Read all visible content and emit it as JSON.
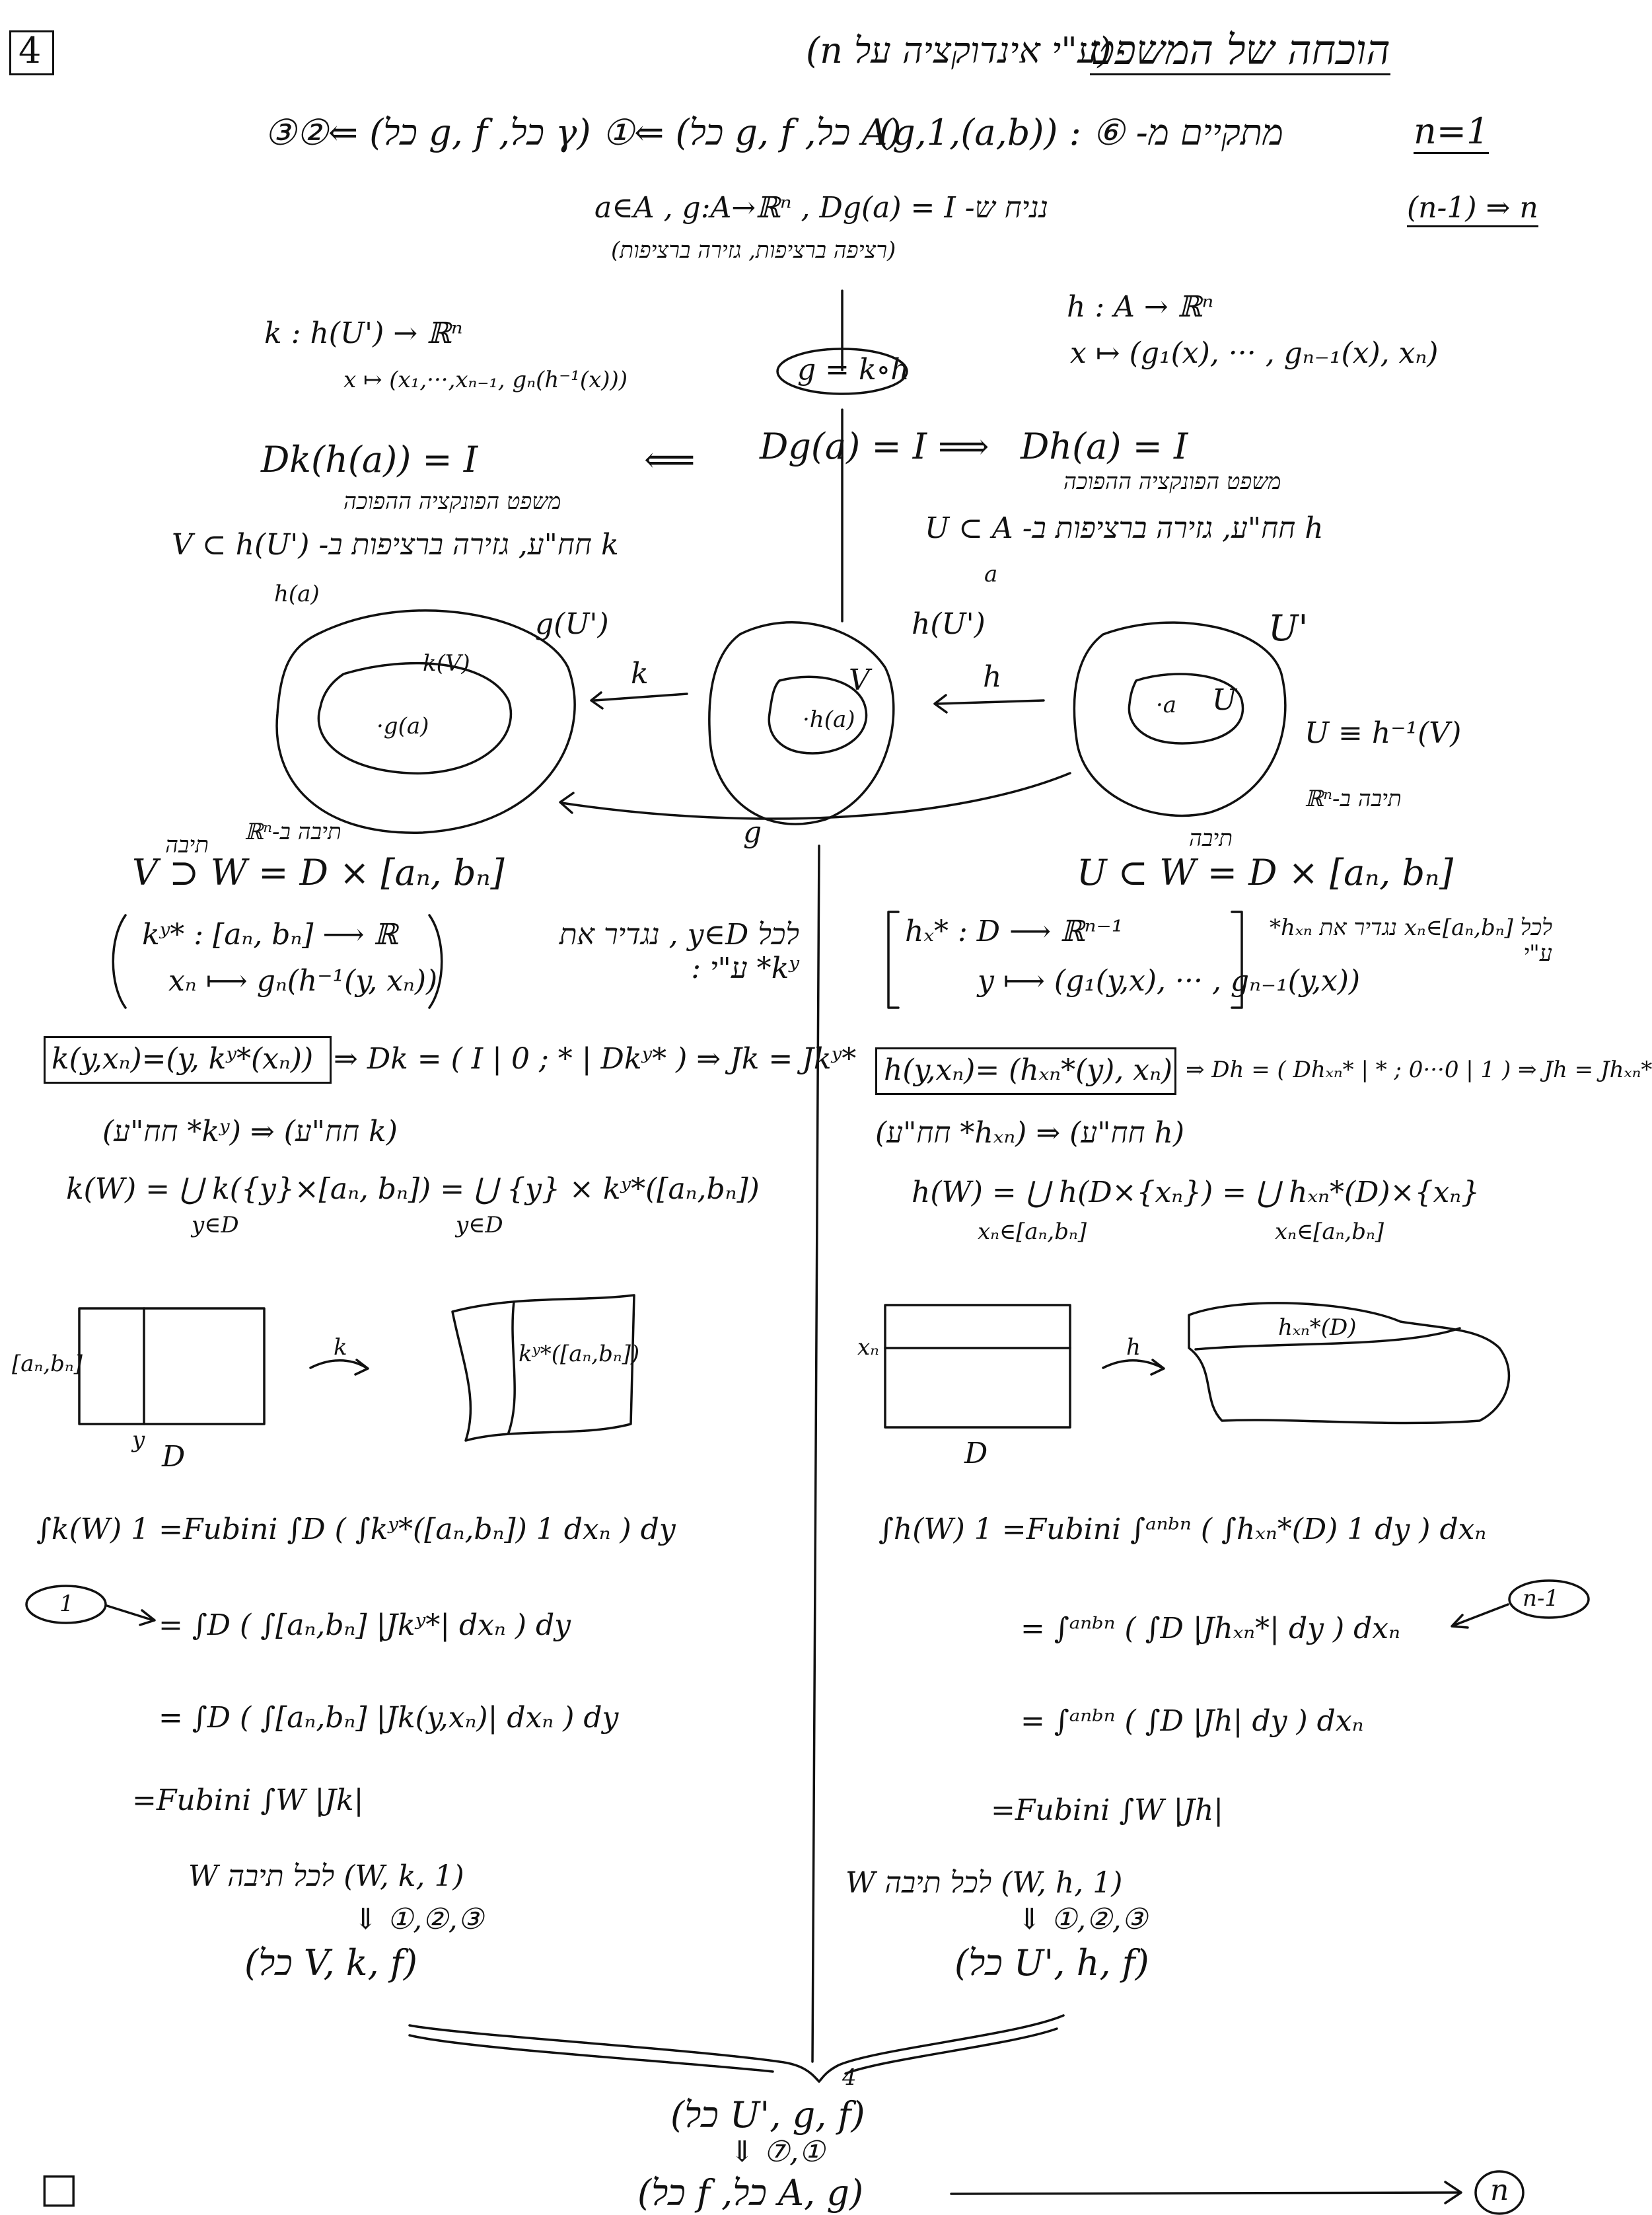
{
  "page_number": "4",
  "header": {
    "title": "הוכחה של המשפט",
    "subtitle": "(ע\"י אינדוקציה על n)"
  },
  "base": {
    "label": "n=1",
    "text": "מתקיים מ- ⑥ : ((a,b),g,1)",
    "chain": "(A כל, g, f כל) ⇐① (γ כל, g, f כל) ⇐②③"
  },
  "step": {
    "label": "(n-1) ⇒ n",
    "assume": "נניח ש- a∈A , g:A→ℝⁿ , Dg(a) = I",
    "assume_note": "(רציפה ברציפות, גזירה ברציפות)",
    "g_circle": "g = k∘h",
    "dg": "Dg(a) = I",
    "h_def": "h : A → ℝⁿ",
    "h_map": "x ↦ (g₁(x), ··· , gₙ₋₁(x), xₙ)",
    "k_def": "k : h(U') → ℝⁿ",
    "k_map": "x ↦ (x₁,···,xₙ₋₁, gₙ(h⁻¹(x)))",
    "dh": "Dh(a) = I",
    "dk": "Dk(h(a)) = I",
    "inverse_thm": "משפט הפונקציה ההפוכה",
    "h_concl": "h חח\"ע, גזירה ברציפות ב- U ⊂ A",
    "h_concl_pt": "a",
    "k_concl": "k חח\"ע, גזירה ברציפות ב- V ⊂ h(U')",
    "k_concl_pt": "h(a)"
  },
  "diagram": {
    "gU": "g(U')",
    "kV": "k(V)",
    "ga": "·g(a)",
    "hU": "h(U')",
    "V": "V",
    "ha": "·h(a)",
    "Uprime": "U'",
    "U": "U",
    "a": "·a",
    "k": "k",
    "h": "h",
    "g": "g",
    "U_eq": "U ≡ h⁻¹(V)",
    "box_note_right": "תיבה ב-ℝⁿ",
    "box_note_left": "תיבה ב-ℝⁿ"
  },
  "left": {
    "box_word": "תיבה",
    "W": "V ⊃ W = D × [aₙ, bₙ]",
    "define": "לכל y∈D , נגדיר את kʸ* ע\"י :",
    "map1": "kʸ* : [aₙ, bₙ] ⟶ ℝ",
    "map2": "xₙ ⟼ gₙ(h⁻¹(y, xₙ))",
    "boxed": "k(y,xₙ)=(y, kʸ*(xₙ))",
    "jac": "⇒  Dk = ( I | 0 ; * | Dkʸ* )  ⇒  Jk = Jkʸ*",
    "inj": "(k חח\"ע)   ⇒   (kʸ* חח\"ע)",
    "image": "k(W) = ⋃ k({y}×[aₙ, bₙ]) = ⋃ {y} × kʸ*([aₙ,bₙ])",
    "image_sub": "y∈D",
    "rect_label": "[aₙ,bₙ]",
    "rect_y": "y",
    "rect_D": "D",
    "arrow_k": "k",
    "shape_label": "kʸ*([aₙ,bₙ])",
    "int1": "∫k(W) 1  =Fubini  ∫D ( ∫kʸ*([aₙ,bₙ]) 1 dxₙ ) dy",
    "int2": "=  ∫D ( ∫[aₙ,bₙ] |Jkʸ*| dxₙ ) dy",
    "int3": "=  ∫D ( ∫[aₙ,bₙ] |Jk(y,xₙ)| dxₙ ) dy",
    "int4": "=Fubini  ∫W |Jk|",
    "circle1": "1",
    "triple": "(W, k, 1) לכל תיבה W",
    "steps": "⇓ ①,②,③",
    "result": "(V, k, f כל)"
  },
  "right": {
    "box_word": "תיבה",
    "W": "U ⊂ W = D × [aₙ, bₙ]",
    "define": "לכל xₙ∈[aₙ,bₙ] נגדיר את hₓₙ* ע\"י",
    "map1": "hₓ* : D ⟶ ℝⁿ⁻¹",
    "map2": "y ⟼ (g₁(y,x), ··· , gₙ₋₁(y,x))",
    "boxed": "h(y,xₙ)= (hₓₙ*(y), xₙ)",
    "jac": "⇒  Dh = ( Dhₓₙ* | * ; 0···0 | 1 )  ⇒  Jh = Jhₓₙ*",
    "inj": "(h חח\"ע) ⇒ (hₓₙ* חח\"ע)",
    "image": "h(W) = ⋃ h(D×{xₙ}) = ⋃ hₓₙ*(D)×{xₙ}",
    "image_sub": "xₙ∈[aₙ,bₙ]",
    "rect_label": "xₙ",
    "rect_D": "D",
    "arrow_h": "h",
    "shape_label": "hₓₙ*(D)",
    "int1": "∫h(W) 1  =Fubini  ∫ᵃⁿᵇⁿ ( ∫hₓₙ*(D) 1 dy ) dxₙ",
    "int2": "=  ∫ᵃⁿᵇⁿ ( ∫D |Jhₓₙ*| dy ) dxₙ",
    "int3": "=  ∫ᵃⁿᵇⁿ ( ∫D |Jh| dy ) dxₙ",
    "int4": "=Fubini  ∫W |Jh|",
    "circle": "n-1",
    "triple": "(W, h, 1) לכל תיבה W",
    "steps": "⇓ ①,②,③",
    "result": "(U', h, f כל)"
  },
  "bottom": {
    "circle4": "4",
    "line1": "(U', g, f כל)",
    "steps": "⇓ ⑦,①",
    "line2": "(A, g כל, f כל)",
    "circle_n": "n"
  },
  "qed": "□"
}
